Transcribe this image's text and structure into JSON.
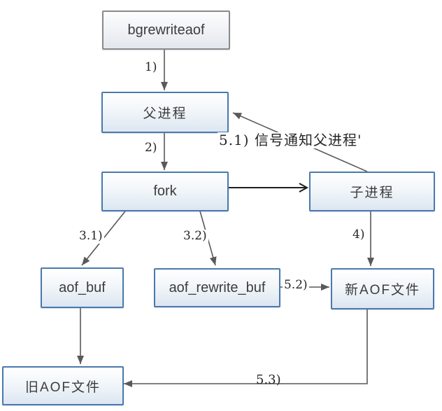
{
  "colors": {
    "node_border_blue": "#4a79ad",
    "node_border_gray": "#8a8a8a",
    "node_fill_top": "#ffffff",
    "node_fill_bottom": "#dce6f1",
    "arrow_gray": "#595959",
    "arrow_black": "#1f1f1f",
    "label_text": "#262626"
  },
  "diagram": {
    "type": "flowchart",
    "nodes": [
      {
        "id": "bgrewriteaof",
        "label": "bgrewriteaof"
      },
      {
        "id": "parent-process",
        "label": "父进程"
      },
      {
        "id": "fork",
        "label": "fork"
      },
      {
        "id": "child-process",
        "label": "子进程"
      },
      {
        "id": "aof-buf",
        "label": "aof_buf"
      },
      {
        "id": "aof-rewrite-buf",
        "label": "aof_rewrite_buf"
      },
      {
        "id": "new-aof-file",
        "label": "新AOF文件"
      },
      {
        "id": "old-aof-file",
        "label": "旧AOF文件"
      }
    ],
    "edges": [
      {
        "from": "bgrewriteaof",
        "to": "parent-process",
        "label": "1)"
      },
      {
        "from": "parent-process",
        "to": "fork",
        "label": "2)"
      },
      {
        "from": "fork",
        "to": "child-process",
        "label": ""
      },
      {
        "from": "fork",
        "to": "aof-buf",
        "label": "3.1)"
      },
      {
        "from": "fork",
        "to": "aof-rewrite-buf",
        "label": "3.2)"
      },
      {
        "from": "child-process",
        "to": "new-aof-file",
        "label": "4)"
      },
      {
        "from": "child-process",
        "to": "parent-process",
        "label": "5.1) 信号通知父进程'"
      },
      {
        "from": "aof-rewrite-buf",
        "to": "new-aof-file",
        "label": "5.2)"
      },
      {
        "from": "aof-buf",
        "to": "old-aof-file",
        "label": ""
      },
      {
        "from": "new-aof-file",
        "to": "old-aof-file",
        "label": "5.3)"
      }
    ]
  }
}
